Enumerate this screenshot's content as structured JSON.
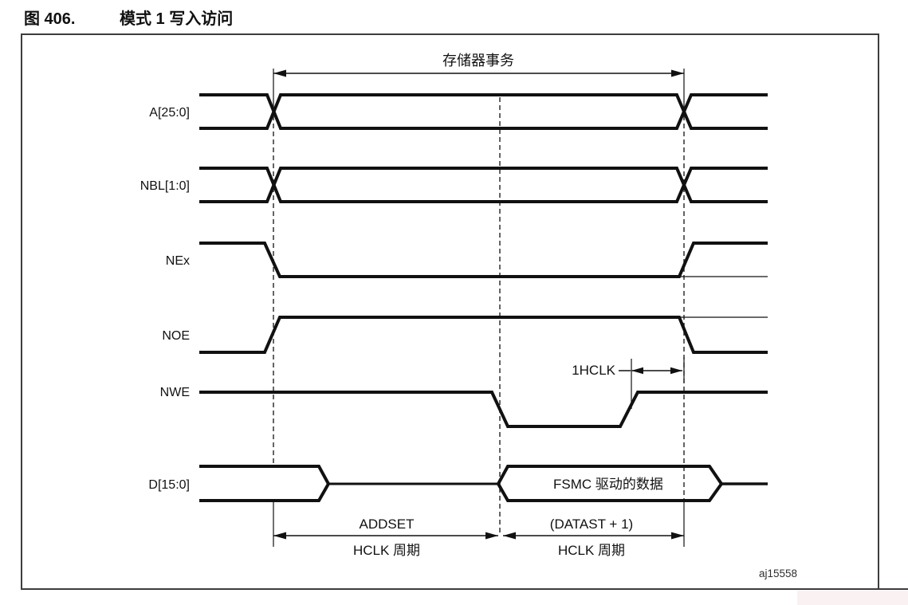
{
  "figure": {
    "label": "图 406.",
    "title": "模式 1 写入访问",
    "watermark": "aj15558"
  },
  "annotations": {
    "memory_transaction": "存储器事务",
    "one_hclk": "1HCLK",
    "fsmc_data": "FSMC 驱动的数据",
    "addset": "ADDSET",
    "addset_unit": "HCLK 周期",
    "datast": "(DATAST + 1)",
    "datast_unit": "HCLK 周期"
  },
  "signals": [
    {
      "name": "A[25:0]",
      "kind": "bus",
      "behavior": "valid address held for the whole memory transaction, changes at start and end crossovers"
    },
    {
      "name": "NBL[1:0]",
      "kind": "bus",
      "behavior": "valid byte-lane selects held for the whole memory transaction, changes at start and end crossovers"
    },
    {
      "name": "NEx",
      "kind": "line",
      "behavior": "falls at transaction start, rises at transaction end"
    },
    {
      "name": "NOE",
      "kind": "line",
      "behavior": "rises at transaction start, falls at transaction end"
    },
    {
      "name": "NWE",
      "kind": "line",
      "behavior": "high during ADDSET phase, low during DATAST phase, rises 1HCLK before transaction end"
    },
    {
      "name": "D[15:0]",
      "kind": "bus",
      "behavior": "high-impedance after address setup, FSMC drives data during (DATAST + 1) phase"
    }
  ],
  "phases": {
    "phase1": "ADDSET HCLK 周期",
    "phase2": "(DATAST + 1) HCLK 周期"
  },
  "colors": {
    "line": "#111111",
    "border": "#3d3d3d",
    "text": "#111111"
  }
}
